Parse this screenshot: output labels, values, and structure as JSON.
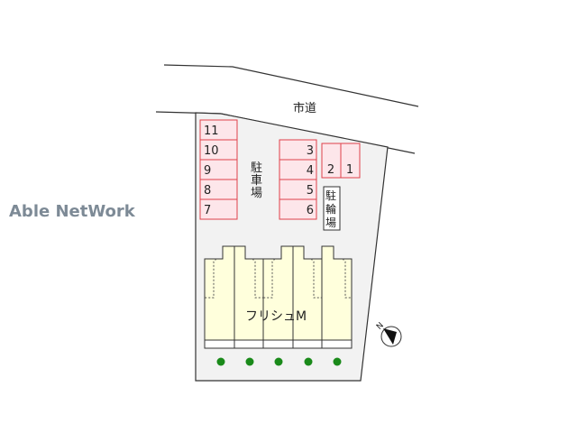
{
  "watermark": "Able NetWork",
  "road_label": "市道",
  "parking_label": [
    "駐",
    "車",
    "場"
  ],
  "bicycle_label": [
    "駐",
    "輪",
    "場"
  ],
  "building_name": "フリシュM",
  "parking_left": [
    "11",
    "10",
    "9",
    "8",
    "7"
  ],
  "parking_right": [
    "3",
    "4",
    "5",
    "6"
  ],
  "parking_top": [
    "2",
    "1"
  ],
  "compass_label": "N",
  "colors": {
    "lot": "#f2f2f2",
    "parking_fill": "#fde6ea",
    "parking_stroke": "#e0404a",
    "building": "#ffffdc",
    "tree": "#1a8a1a",
    "watermark": "#7d8a96"
  }
}
